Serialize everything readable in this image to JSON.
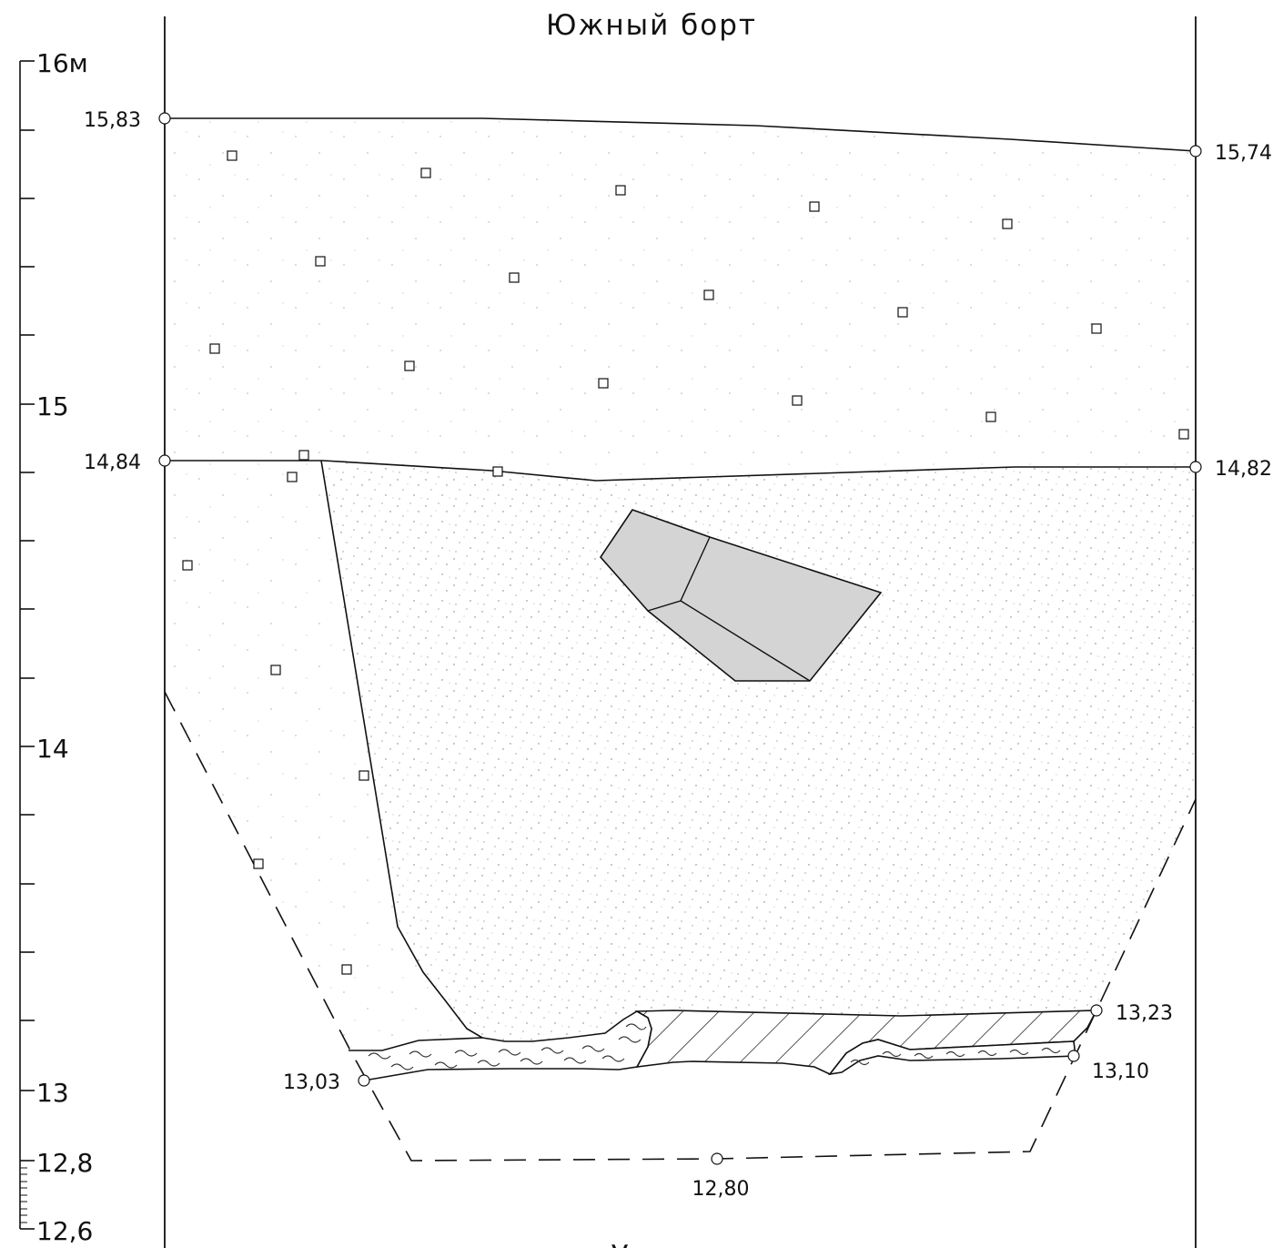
{
  "title_top": "Южный борт",
  "title_bottom": "Уголвище",
  "scale": {
    "labels": [
      "16м",
      "15",
      "14",
      "13",
      "12,8",
      "12,6"
    ],
    "unit": "м"
  },
  "elevations": {
    "top_left": "15,83",
    "top_right": "15,74",
    "mid_left": "14,84",
    "mid_right": "14,82",
    "lower_left": "13,03",
    "lower_right_upper": "13,23",
    "lower_right_lower": "13,10",
    "bottom": "12,80"
  },
  "colors": {
    "line": "#111111",
    "stone_fill": "#d4d4d4",
    "background": "#ffffff"
  }
}
